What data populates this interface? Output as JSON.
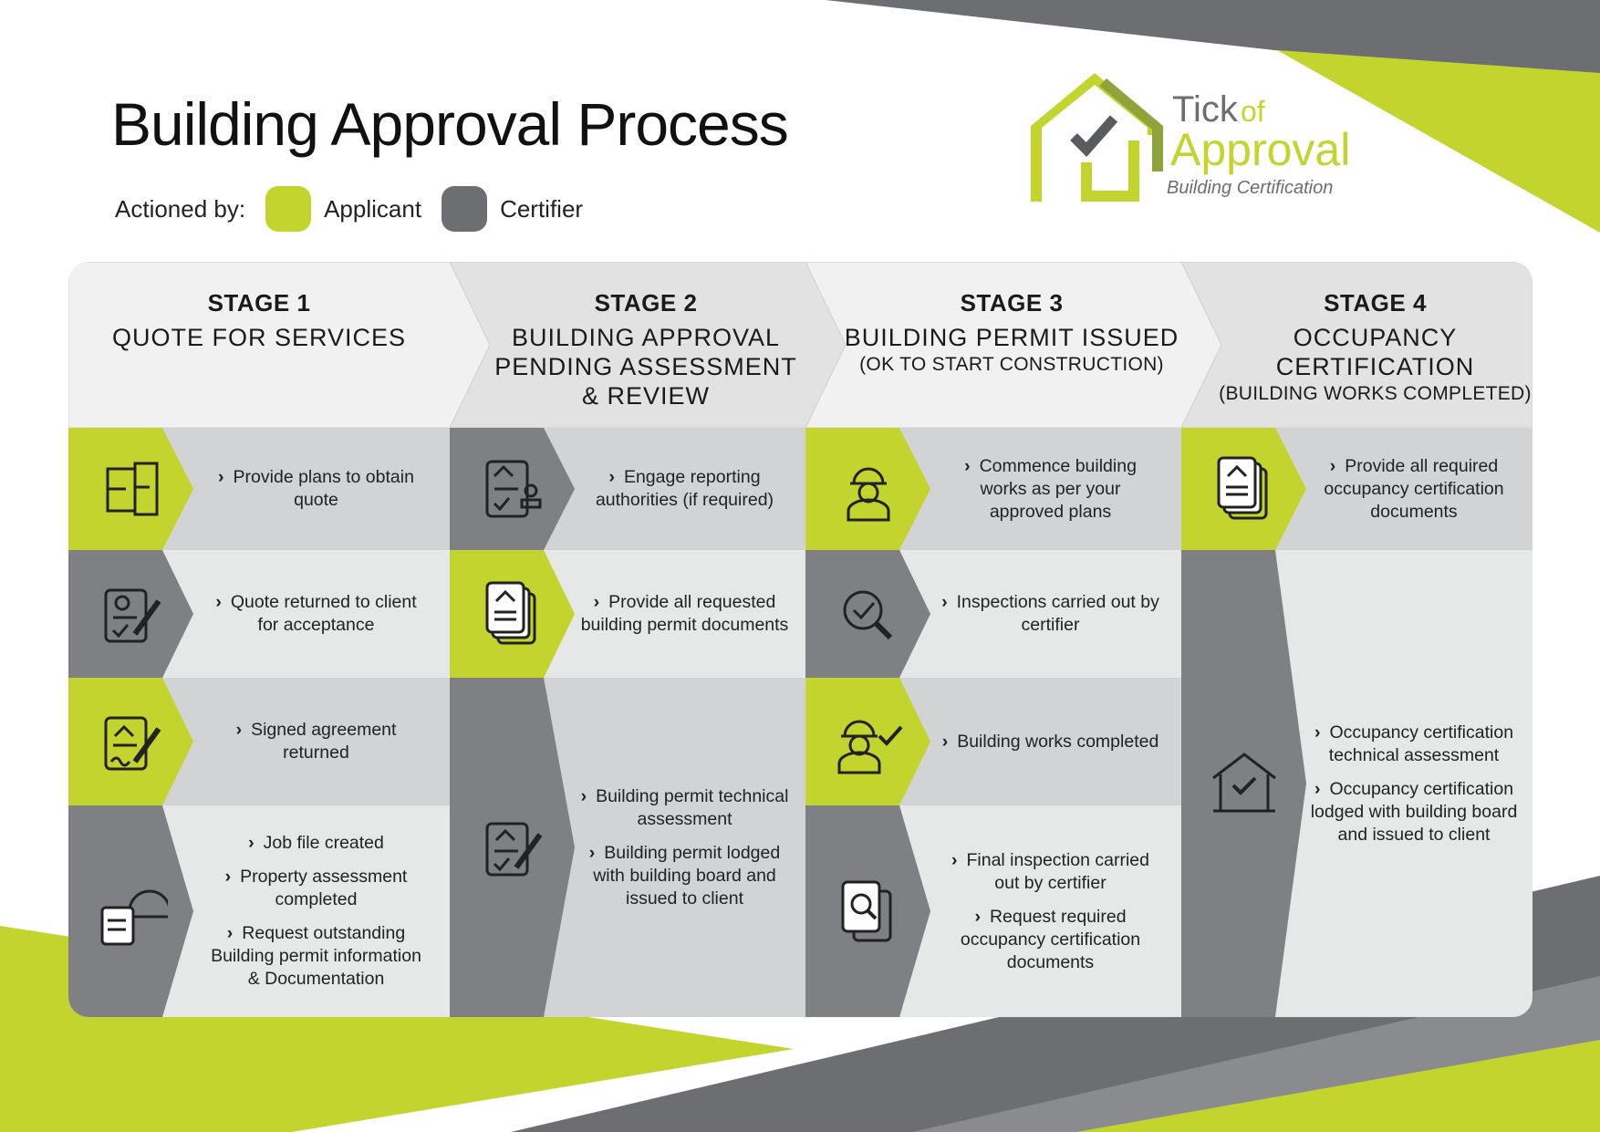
{
  "page": {
    "title": "Building Approval Process",
    "legend": {
      "label": "Actioned by:",
      "items": [
        {
          "name": "Applicant",
          "color": "#c4d42e"
        },
        {
          "name": "Certifier",
          "color": "#6d6e71"
        }
      ]
    },
    "logo": {
      "line1_a": "Tick",
      "line1_b": "of",
      "line2": "Approval",
      "line3": "Building Certification"
    }
  },
  "colors": {
    "applicant": "#c4d42e",
    "certifier": "#7f8084",
    "text_light": "#e6e7e7",
    "text_mid": "#d2d3d4",
    "header_light": "#f1f1f1",
    "header_mid": "#e2e2e2"
  },
  "stages": [
    {
      "label": "STAGE 1",
      "name_lines": [
        "QUOTE FOR SERVICES"
      ],
      "sub": "",
      "rows": [
        {
          "actor": "applicant",
          "icon": "floorplan-icon",
          "bullets": [
            "Provide plans to obtain quote"
          ]
        },
        {
          "actor": "certifier",
          "icon": "quote-sign-icon",
          "bullets": [
            "Quote returned to client for acceptance"
          ]
        },
        {
          "actor": "applicant",
          "icon": "agreement-sign-icon",
          "bullets": [
            "Signed agreement returned"
          ]
        },
        {
          "actor": "certifier",
          "icon": "hardhat-documents-icon",
          "bullets": [
            "Job file created",
            "Property assessment completed",
            "Request outstanding Building permit information & Documentation"
          ]
        }
      ]
    },
    {
      "label": "STAGE 2",
      "name_lines": [
        "BUILDING APPROVAL",
        "PENDING ASSESSMENT",
        "& REVIEW"
      ],
      "sub": "",
      "rows": [
        {
          "actor": "certifier",
          "icon": "authority-document-icon",
          "bullets": [
            "Engage reporting authorities (if required)"
          ]
        },
        {
          "actor": "applicant",
          "icon": "documents-stack-icon",
          "bullets": [
            "Provide all requested building permit documents"
          ]
        },
        {
          "actor": "certifier",
          "icon": "permit-sign-icon",
          "bullets": [
            "Building permit technical assessment",
            "Building permit lodged with building board and issued to client"
          ]
        }
      ]
    },
    {
      "label": "STAGE 3",
      "name_lines": [
        "BUILDING PERMIT ISSUED"
      ],
      "sub": "(OK TO START CONSTRUCTION)",
      "rows": [
        {
          "actor": "applicant",
          "icon": "builder-icon",
          "bullets": [
            "Commence building works as per your approved plans"
          ]
        },
        {
          "actor": "certifier",
          "icon": "magnifier-check-icon",
          "bullets": [
            "Inspections carried out by certifier"
          ]
        },
        {
          "actor": "applicant",
          "icon": "builder-check-icon",
          "bullets": [
            "Building  works completed"
          ]
        },
        {
          "actor": "certifier",
          "icon": "document-inspection-icon",
          "bullets": [
            "Final inspection carried out by certifier",
            "Request required occupancy certification documents"
          ]
        }
      ]
    },
    {
      "label": "STAGE 4",
      "name_lines": [
        "OCCUPANCY",
        "CERTIFICATION"
      ],
      "sub": "(BUILDING WORKS COMPLETED)",
      "rows": [
        {
          "actor": "applicant",
          "icon": "documents-stack-icon",
          "bullets": [
            "Provide all required occupancy certification documents"
          ]
        },
        {
          "actor": "certifier",
          "icon": "house-check-icon",
          "bullets": [
            "Occupancy certification technical assessment",
            "Occupancy certification lodged with building board and issued to client"
          ]
        }
      ]
    }
  ]
}
